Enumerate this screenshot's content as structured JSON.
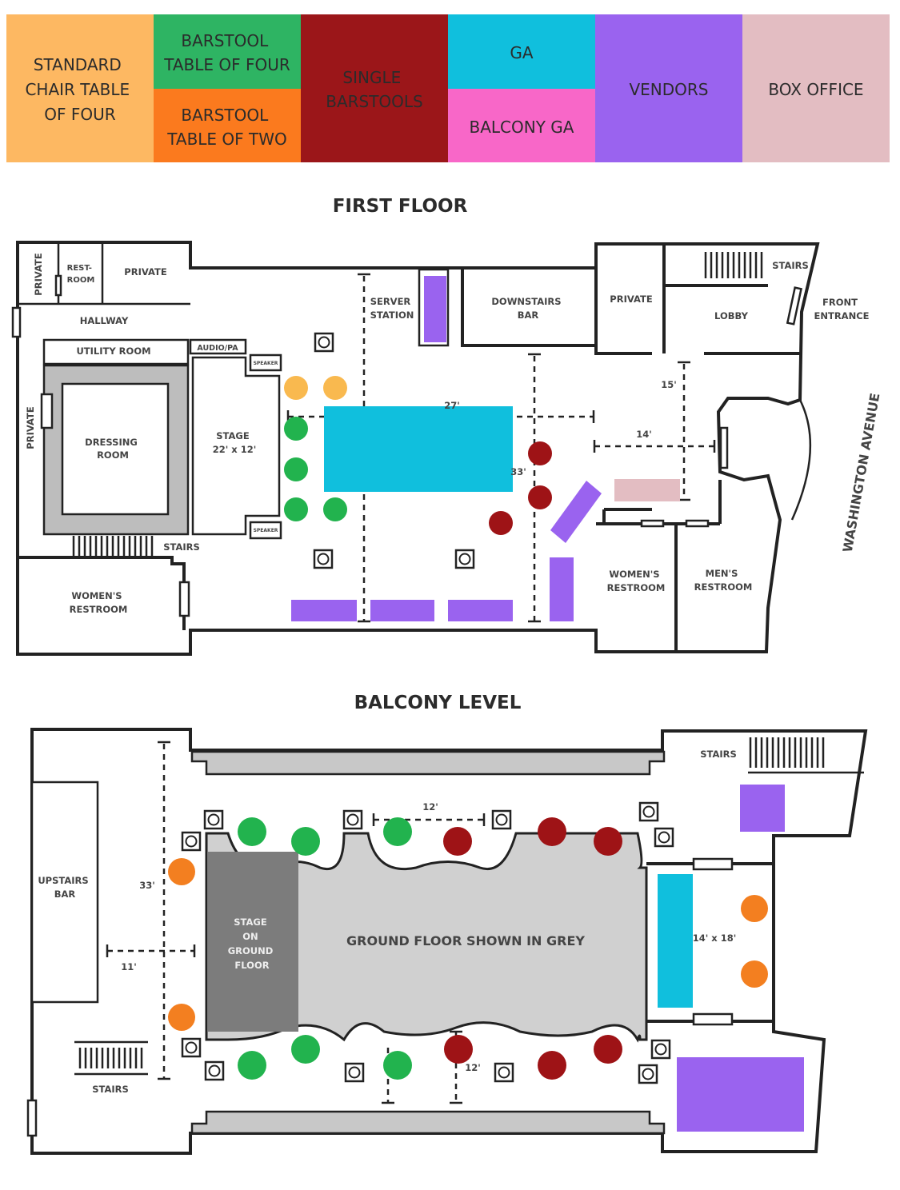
{
  "legend": [
    {
      "lines": [
        "STANDARD",
        "CHAIR TABLE",
        "OF FOUR"
      ],
      "color": "#FDB862"
    },
    {
      "lines": [
        "BARSTOOL",
        "TABLE OF FOUR"
      ],
      "color": "#2EB463"
    },
    {
      "lines": [
        "BARSTOOL",
        "TABLE OF TWO"
      ],
      "color": "#FB7A1E"
    },
    {
      "lines": [
        "SINGLE",
        "BARSTOOLS"
      ],
      "color": "#9B1619"
    },
    {
      "lines": [
        "GA"
      ],
      "color": "#10BFDD"
    },
    {
      "lines": [
        "BALCONY GA"
      ],
      "color": "#F867C8"
    },
    {
      "lines": [
        "VENDORS"
      ],
      "color": "#9A63EF"
    },
    {
      "lines": [
        "BOX OFFICE"
      ],
      "color": "#E3BDC2"
    }
  ],
  "first_floor": {
    "title": "FIRST FLOOR",
    "rooms": {
      "private_top_left": "PRIVATE",
      "restroom": [
        "REST-",
        "ROOM"
      ],
      "private_top": "PRIVATE",
      "hallway": "HALLWAY",
      "utility_room": "UTILITY ROOM",
      "audio_pa": "AUDIO/PA",
      "speaker": "SPEAKER",
      "private_left": "PRIVATE",
      "dressing_room": [
        "DRESSING",
        "ROOM"
      ],
      "stage": [
        "STAGE",
        "22' x 12'"
      ],
      "stairs": "STAIRS",
      "womens_restroom": [
        "WOMEN'S",
        "RESTROOM"
      ],
      "server_station": [
        "SERVER",
        "STATION"
      ],
      "downstairs_bar": [
        "DOWNSTAIRS",
        "BAR"
      ],
      "private_right": "PRIVATE",
      "lobby": "LOBBY",
      "stairs_right": "STAIRS",
      "front_entrance": [
        "FRONT",
        "ENTRANCE"
      ],
      "womens_restroom_right": [
        "WOMEN'S",
        "RESTROOM"
      ],
      "mens_restroom": [
        "MEN'S",
        "RESTROOM"
      ],
      "street": "WASHINGTON AVENUE"
    },
    "dimensions": {
      "width": "27'",
      "depth": "33'",
      "lobby_depth": "15'",
      "lobby_width": "14'"
    }
  },
  "balcony": {
    "title": "BALCONY LEVEL",
    "rooms": {
      "upstairs_bar": [
        "UPSTAIRS",
        "BAR"
      ],
      "stage_on_ground": [
        "STAGE",
        "ON",
        "GROUND",
        "FLOOR"
      ],
      "ground_floor_note": "GROUND FLOOR SHOWN IN GREY",
      "stairs_top": "STAIRS",
      "stairs_bottom": "STAIRS"
    },
    "dimensions": {
      "top_span": "12'",
      "depth": "33'",
      "width": "11'",
      "ga_area": "14' x 18'",
      "bottom_span": "12'"
    }
  },
  "colors": {
    "table_chair_four": "#F9B94F",
    "table_barstool_four": "#22B34E",
    "table_barstool_two": "#F37F20",
    "single_barstool": "#9E1316",
    "ga": "#10BFDD",
    "vendors": "#9A63EF",
    "box_office": "#E3BDC2"
  }
}
